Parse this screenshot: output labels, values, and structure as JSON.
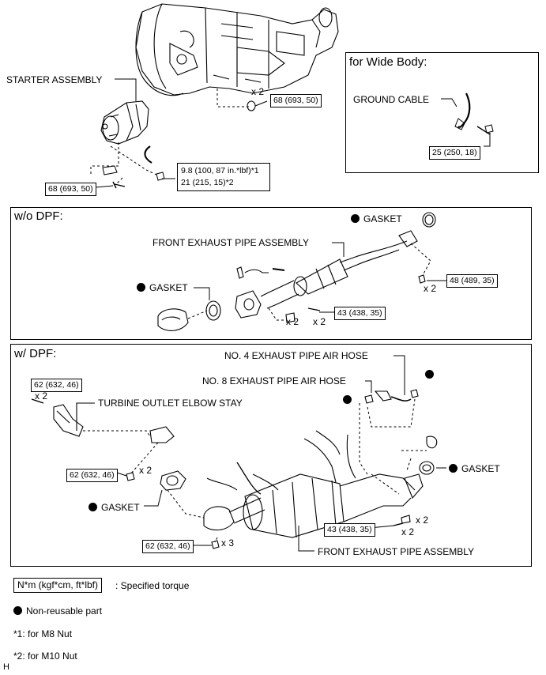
{
  "top": {
    "starter_label": "STARTER ASSEMBLY",
    "torque_68a": "68 (693, 50)",
    "torque_68b": "68 (693, 50)",
    "x2": "x 2",
    "torque_98_line1": "9.8 (100, 87 in.*lbf)*1",
    "torque_98_line2": "21 (215, 15)*2"
  },
  "wide_body": {
    "title": "for Wide Body:",
    "ground_cable": "GROUND CABLE",
    "torque_25": "25 (250, 18)"
  },
  "wo_dpf": {
    "title": "w/o DPF:",
    "gasket_top": "GASKET",
    "front_pipe": "FRONT EXHAUST PIPE ASSEMBLY",
    "gasket_left": "GASKET",
    "torque_48": "48 (489, 35)",
    "x2_right": "x 2",
    "torque_43": "43 (438, 35)",
    "x2_a": "x 2",
    "x2_b": "x 2"
  },
  "w_dpf": {
    "title": "w/ DPF:",
    "torque_62a": "62 (632, 46)",
    "x2_a": "x 2",
    "air_hose4": "NO. 4 EXHAUST PIPE AIR HOSE",
    "air_hose8": "NO. 8 EXHAUST PIPE AIR HOSE",
    "elbow_stay": "TURBINE OUTLET ELBOW STAY",
    "torque_62b": "62 (632, 46)",
    "x2_b": "x 2",
    "gasket_left": "GASKET",
    "gasket_right": "GASKET",
    "torque_43": "43 (438, 35)",
    "x2_c": "x 2",
    "x2_d": "x 2",
    "torque_62c": "62 (632, 46)",
    "x3": "x 3",
    "front_pipe": "FRONT EXHAUST PIPE ASSEMBLY"
  },
  "legend": {
    "torque_unit": "N*m (kgf*cm, ft*lbf)",
    "torque_desc": ": Specified torque",
    "nonreusable": "Non-reusable part",
    "note1": "*1: for M8 Nut",
    "note2": "*2: for M10 Nut",
    "corner_mark": "H"
  }
}
